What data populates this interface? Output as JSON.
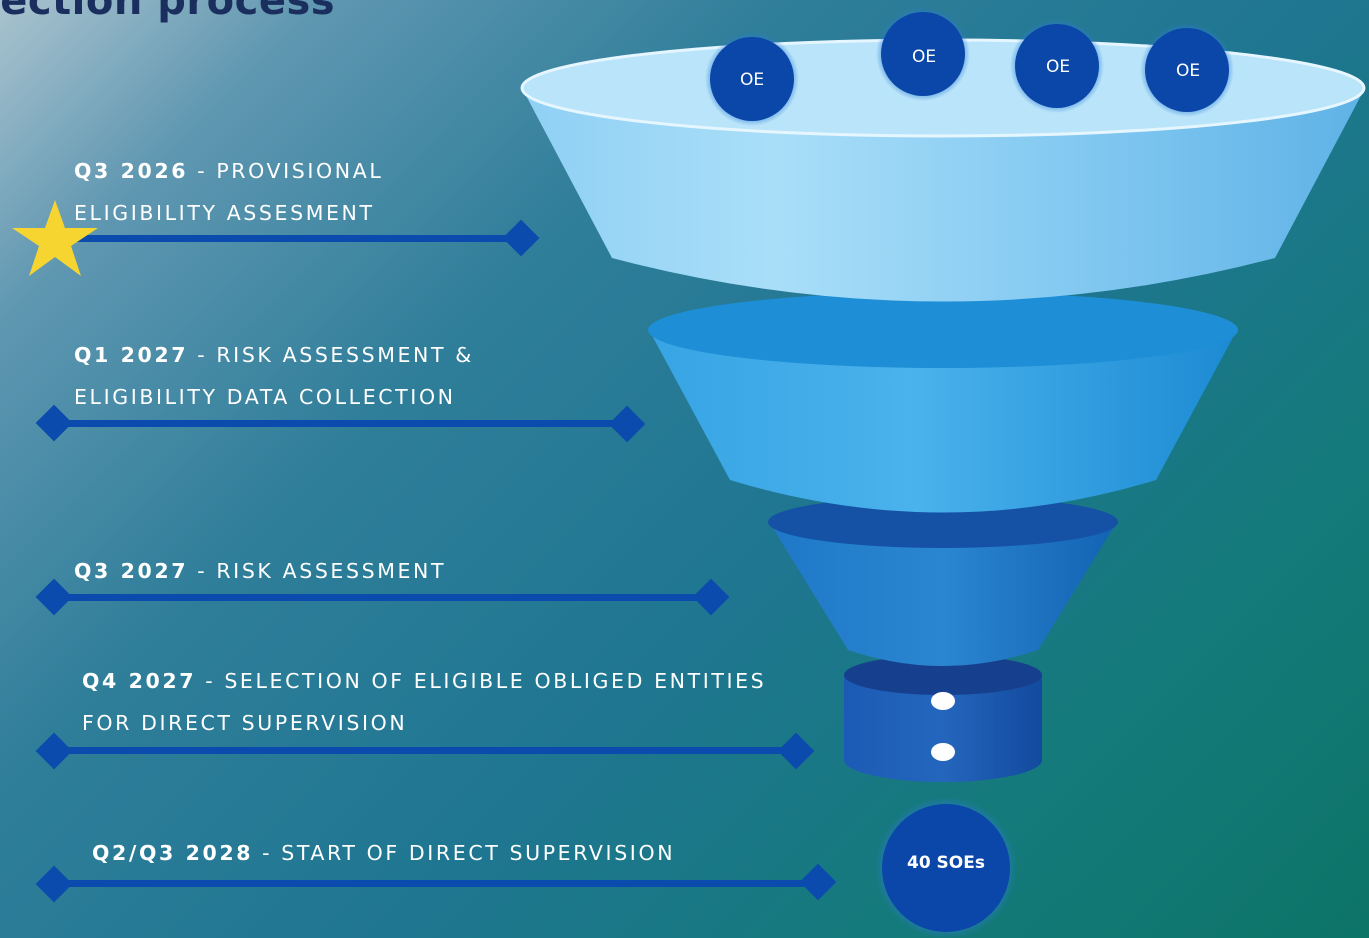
{
  "title": "lection process",
  "timeline": [
    {
      "quarter": "Q3 2026",
      "line1": " - PROVISIONAL",
      "line2": "ELIGIBILITY ASSESMENT"
    },
    {
      "quarter": "Q1 2027",
      "line1": " - RISK ASSESSMENT &",
      "line2": "ELIGIBILITY DATA COLLECTION"
    },
    {
      "quarter": "Q3 2027",
      "line1": " - RISK ASSESSMENT",
      "line2": ""
    },
    {
      "quarter": "Q4 2027",
      "line1": " - SELECTION OF ELIGIBLE OBLIGED ENTITIES",
      "line2": "FOR DIRECT SUPERVISION"
    },
    {
      "quarter": "Q2/Q3 2028",
      "line1": " - START OF DIRECT SUPERVISION",
      "line2": ""
    }
  ],
  "funnel": {
    "oe_circles": [
      "OE",
      "OE",
      "OE",
      "OE"
    ],
    "result": "40 SOEs"
  },
  "colors": {
    "timeline_line": "#0a4bad",
    "circle": "#0a47a8",
    "star": "#f7d530",
    "title": "#1b2f5e"
  }
}
